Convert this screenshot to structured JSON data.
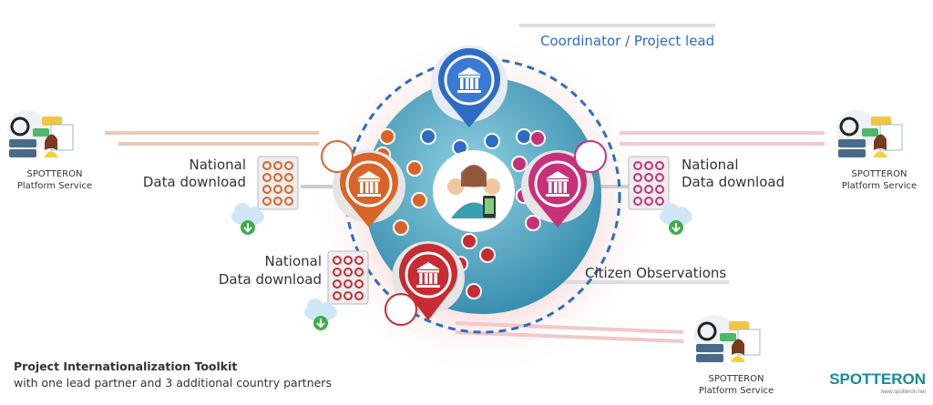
{
  "coordinator_label": "Coordinator / Project lead",
  "national_download": {
    "line1": "National",
    "line2": "Data download"
  },
  "citizen_observations": "Citizen Observations",
  "platform_service": {
    "line1": "SPOTTERON",
    "line2": "Platform Service"
  },
  "toolkit": {
    "title": "Project Internationalization Toolkit",
    "subtitle": "with one lead partner and 3 additional country partners"
  },
  "logo": {
    "name": "SPOTTERON",
    "url": "www.spotteron.net"
  },
  "colors": {
    "lead": "#2e6bc4",
    "orange": "#d9642a",
    "magenta": "#c8307a",
    "red": "#c62c32",
    "text": "#333333",
    "brand": "#1a8a9a"
  }
}
